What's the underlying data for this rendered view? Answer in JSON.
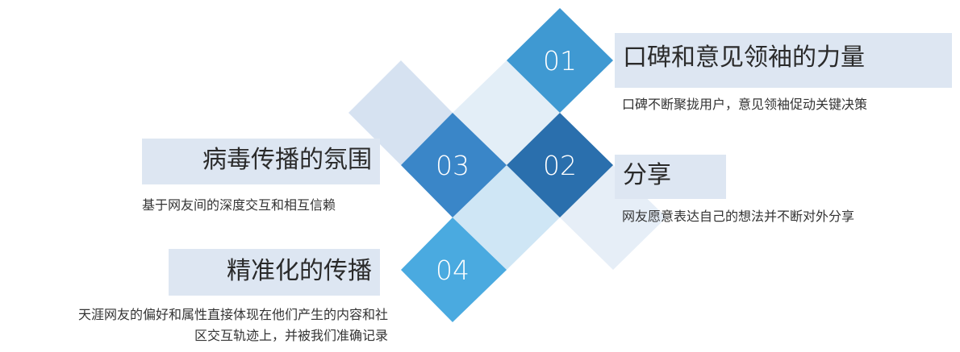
{
  "colors": {
    "diamond_01": "#3f99d2",
    "diamond_02": "#2a6fad",
    "diamond_03": "#3a86c8",
    "diamond_04": "#4aaae0",
    "pale_1": "#d9e5f2",
    "pale_2": "#e3eef7",
    "pale_3": "#cfe6f5",
    "title_bg": "#dde6f2"
  },
  "items": [
    {
      "number": "01",
      "title": "口碑和意见领袖的力量",
      "description": "口碑不断聚拢用户，意见领袖促动关键决策"
    },
    {
      "number": "02",
      "title": "分享",
      "description": "网友愿意表达自己的想法并不断对外分享"
    },
    {
      "number": "03",
      "title": "病毒传播的氛围",
      "description": "基于网友间的深度交互和相互信赖"
    },
    {
      "number": "04",
      "title": "精准化的传播",
      "description_line1": "天涯网友的偏好和属性直接体现在他们产生的内容和社",
      "description_line2": "区交互轨迹上，并被我们准确记录"
    }
  ]
}
